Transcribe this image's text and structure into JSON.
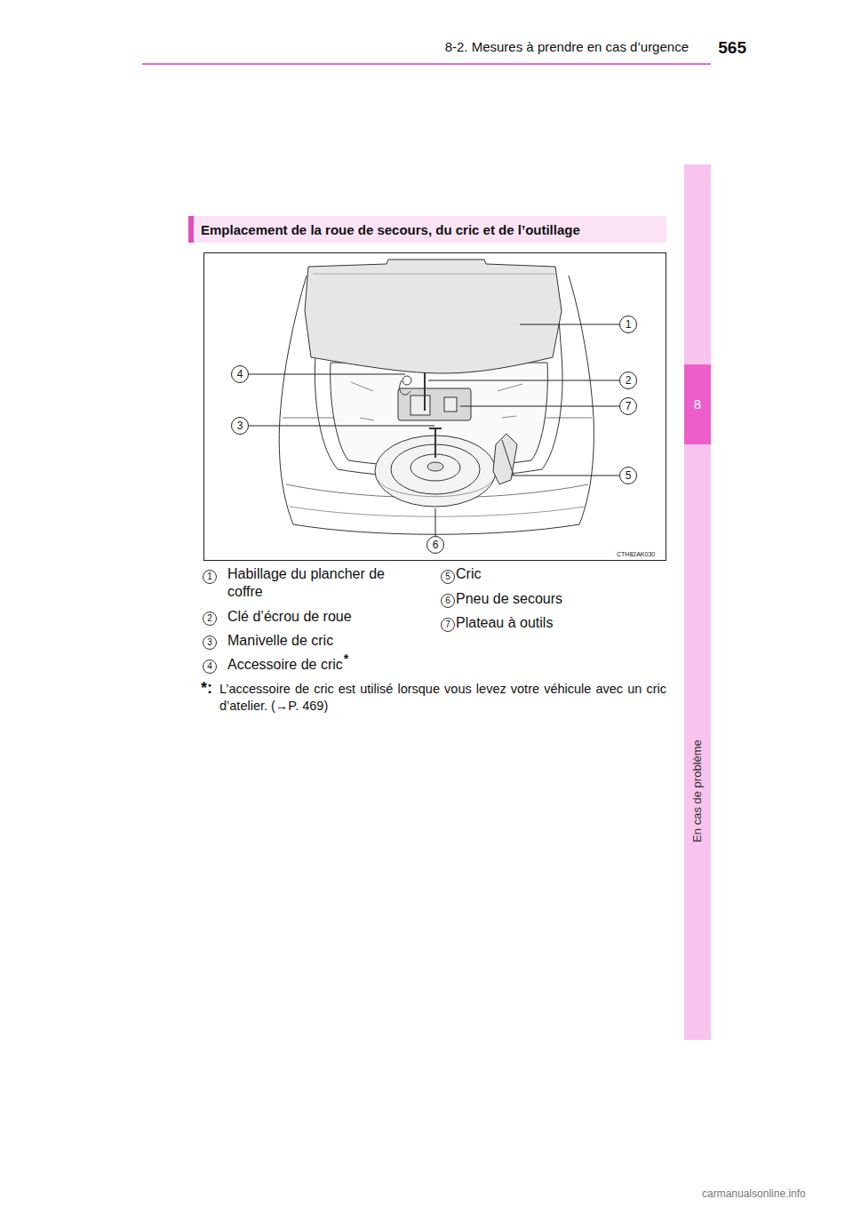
{
  "diagram": {
    "title": "Emplacement de la roue de secours, du cric et de l’outillage",
    "labels": [
      "565",
      "8-2. Mesures à prendre en cas d’urgence",
      "8",
      "En cas de problème",
      "1",
      "4",
      "2",
      "7",
      "3",
      "5",
      "6",
      "CTH82AK030",
      "1",
      "Habillage du plancher de coffre",
      "2",
      "Clé d’écrou de roue",
      "3",
      "Manivelle de cric",
      "4",
      "Accessoire de cric",
      "*",
      "5",
      "Cric",
      "6",
      "Pneu de secours",
      "7",
      "Plateau à outils",
      "*:",
      "L’accessoire de cric est utilisé lorsque vous levez votre véhicule avec un cric d’atelier. (→P. 469)",
      "carmanualsonline.info"
    ]
  }
}
